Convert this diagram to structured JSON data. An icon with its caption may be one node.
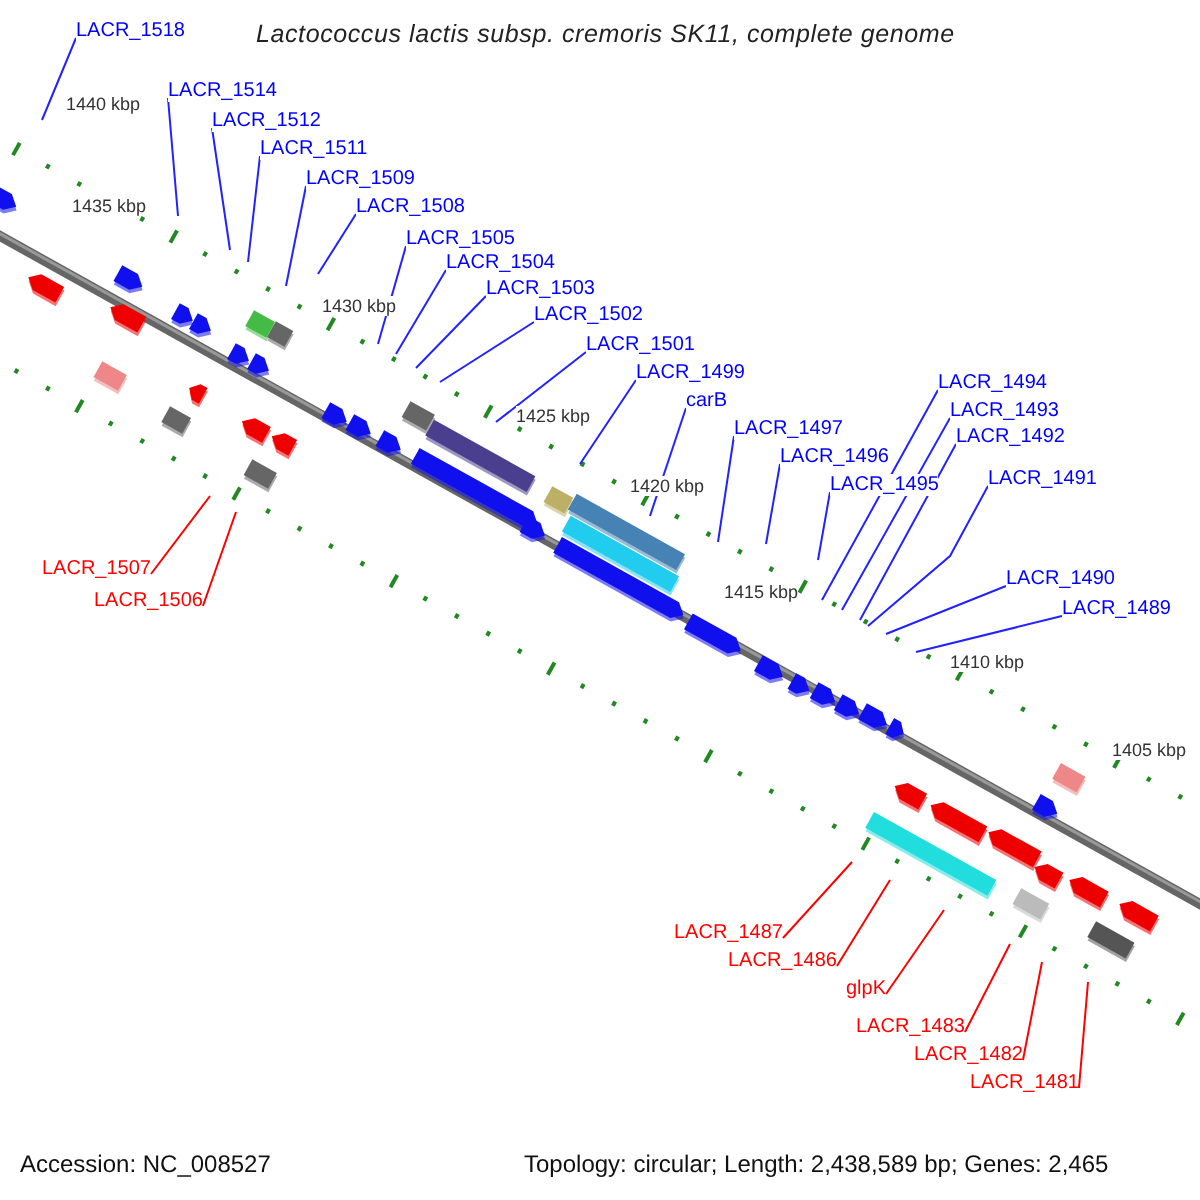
{
  "diagram": {
    "title": "Lactococcus lactis subsp. cremoris SK11, complete genome",
    "nodes": [
      {
        "text": [
          "LACR_1518"
        ]
      },
      {
        "text": [
          "LACR_1514"
        ]
      },
      {
        "text": [
          "LACR_1512"
        ]
      },
      {
        "text": [
          "LACR_1511"
        ]
      },
      {
        "text": [
          "LACR_1509"
        ]
      },
      {
        "text": [
          "LACR_1508"
        ]
      },
      {
        "text": [
          "LACR_1505"
        ]
      },
      {
        "text": [
          "LACR_1504"
        ]
      },
      {
        "text": [
          "LACR_1503"
        ]
      },
      {
        "text": [
          "LACR_1502"
        ]
      },
      {
        "text": [
          "LACR_1501"
        ]
      },
      {
        "text": [
          "LACR_1499"
        ]
      },
      {
        "text": [
          "carB"
        ]
      },
      {
        "text": [
          "LACR_1494"
        ]
      },
      {
        "text": [
          "LACR_1493"
        ]
      },
      {
        "text": [
          "LACR_1497"
        ]
      },
      {
        "text": [
          "LACR_1492"
        ]
      },
      {
        "text": [
          "LACR_1496"
        ]
      },
      {
        "text": [
          "LACR_1495"
        ]
      },
      {
        "text": [
          "LACR_1491"
        ]
      },
      {
        "text": [
          "LACR_1507"
        ]
      },
      {
        "text": [
          "LACR_1506"
        ]
      },
      {
        "text": [
          "LACR_1490"
        ]
      },
      {
        "text": [
          "LACR_1489"
        ]
      },
      {
        "text": [
          "LACR_1487"
        ]
      },
      {
        "text": [
          "LACR_1486"
        ]
      },
      {
        "text": [
          "glpK"
        ]
      },
      {
        "text": [
          "LACR_1483"
        ]
      },
      {
        "text": [
          "LACR_1482"
        ]
      },
      {
        "text": [
          "LACR_1481"
        ]
      }
    ],
    "edges": [
      {
        "from": 0,
        "to": null,
        "arrow": "none"
      },
      {
        "from": 1,
        "to": null,
        "arrow": "none"
      },
      {
        "from": 2,
        "to": null,
        "arrow": "none"
      },
      {
        "from": 3,
        "to": null,
        "arrow": "none"
      },
      {
        "from": 4,
        "to": null,
        "arrow": "none"
      },
      {
        "from": 5,
        "to": null,
        "arrow": "none"
      },
      {
        "from": 6,
        "to": null,
        "arrow": "none"
      },
      {
        "from": 7,
        "to": null,
        "arrow": "none"
      },
      {
        "from": 8,
        "to": null,
        "arrow": "none"
      },
      {
        "from": 9,
        "to": null,
        "arrow": "none"
      },
      {
        "from": 10,
        "to": null,
        "arrow": "none"
      },
      {
        "from": 11,
        "to": null,
        "arrow": "none"
      },
      {
        "from": 12,
        "to": null,
        "arrow": "none"
      },
      {
        "from": 13,
        "to": null,
        "arrow": "none"
      },
      {
        "from": 14,
        "to": null,
        "arrow": "none"
      },
      {
        "from": 15,
        "to": null,
        "arrow": "none"
      },
      {
        "from": 16,
        "to": null,
        "arrow": "none"
      },
      {
        "from": 17,
        "to": null,
        "arrow": "none"
      },
      {
        "from": 18,
        "to": null,
        "arrow": "none"
      },
      {
        "from": 19,
        "to": null,
        "arrow": "none"
      },
      {
        "from": 20,
        "to": null,
        "arrow": "none",
        "color": "#ff0000"
      },
      {
        "from": 21,
        "to": null,
        "arrow": "none",
        "color": "#ff0000"
      },
      {
        "from": 22,
        "to": null,
        "arrow": "none"
      },
      {
        "from": 23,
        "to": null,
        "arrow": "none"
      },
      {
        "from": 24,
        "to": null,
        "arrow": "none",
        "color": "#ff0000"
      },
      {
        "from": 25,
        "to": null,
        "arrow": "none",
        "color": "#ff0000"
      },
      {
        "from": 26,
        "to": null,
        "arrow": "none",
        "color": "#ff0000"
      },
      {
        "from": 27,
        "to": null,
        "arrow": "none",
        "color": "#ff0000"
      },
      {
        "from": 28,
        "to": null,
        "arrow": "none",
        "color": "#ff0000"
      },
      {
        "from": 29,
        "to": null,
        "arrow": "none",
        "color": "#ff0000"
      }
    ],
    "labels": [
      "1440 kbp",
      "1435 kbp",
      "1430 kbp",
      "1425 kbp",
      "1420 kbp",
      "1415 kbp",
      "1410 kbp",
      "1405 kbp",
      "Accession: NC_008527",
      "Topology: circular; Length: 2,438,589 bp; Genes: 2,465"
    ]
  }
}
